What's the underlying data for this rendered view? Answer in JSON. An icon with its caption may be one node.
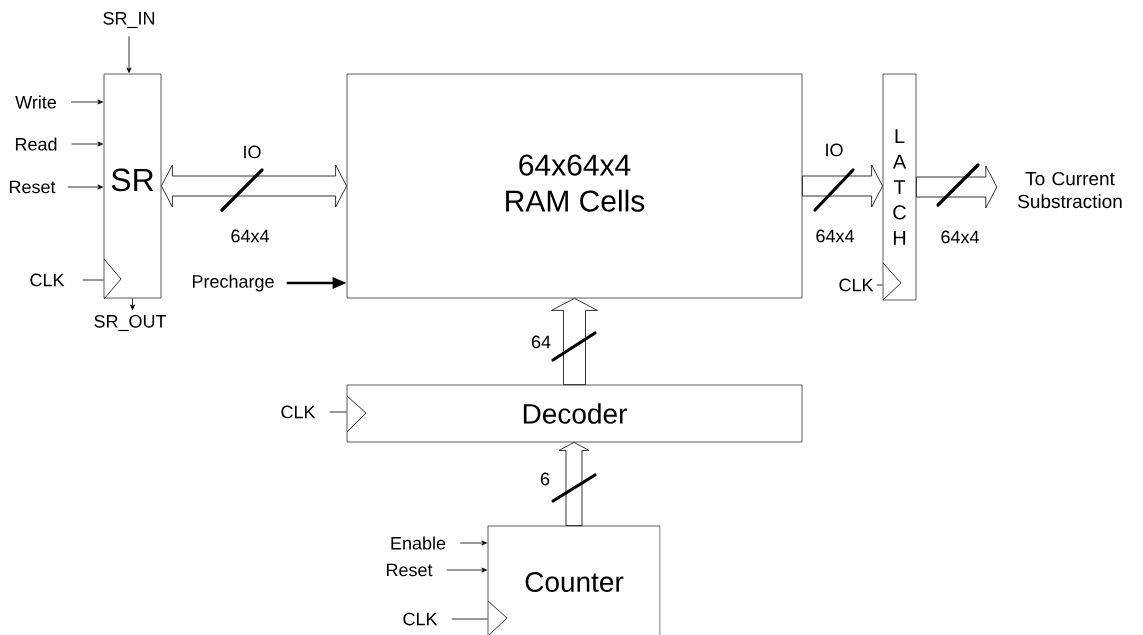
{
  "diagram": {
    "nodes": [
      {
        "text": [
          "SR_IN"
        ]
      },
      {
        "text": [
          "Write"
        ]
      },
      {
        "text": [
          "Read"
        ]
      },
      {
        "text": [
          "Reset"
        ]
      },
      {
        "text": [
          "SR"
        ]
      },
      {
        "text": [
          "CLK"
        ]
      },
      {
        "text": [
          "SR_OUT"
        ]
      },
      {
        "text": [
          "64x64x4 RAM Cells"
        ]
      },
      {
        "text": [
          "Precharge"
        ]
      },
      {
        "text": [
          "LATCH"
        ]
      },
      {
        "text": [
          "CLK"
        ]
      },
      {
        "text": [
          "To Current Substraction"
        ]
      },
      {
        "text": [
          "CLK"
        ]
      },
      {
        "text": [
          "Decoder"
        ]
      },
      {
        "text": [
          "Enable"
        ]
      },
      {
        "text": [
          "Reset"
        ]
      },
      {
        "text": [
          "CLK"
        ]
      },
      {
        "text": [
          "Counter"
        ]
      }
    ],
    "edges": [
      {
        "from": 0,
        "to": 4,
        "arrow": "to"
      },
      {
        "from": 1,
        "to": 4,
        "arrow": "to"
      },
      {
        "from": 2,
        "to": 4,
        "arrow": "to"
      },
      {
        "from": 3,
        "to": 4,
        "arrow": "to"
      },
      {
        "from": 5,
        "to": 4,
        "arrow": "none"
      },
      {
        "from": 4,
        "to": 6,
        "arrow": "to"
      },
      {
        "from": 4,
        "to": 7,
        "arrow": "both",
        "style": "thick",
        "label": "64x4"
      },
      {
        "from": 8,
        "to": 7,
        "arrow": "to",
        "style": "thick"
      },
      {
        "from": 7,
        "to": 9,
        "arrow": "to",
        "style": "thick",
        "label": "64x4"
      },
      {
        "from": 10,
        "to": 9,
        "arrow": "none"
      },
      {
        "from": 9,
        "to": 11,
        "arrow": "to",
        "style": "thick",
        "label": "64x4"
      },
      {
        "from": 13,
        "to": 7,
        "arrow": "to",
        "style": "thick",
        "label": "64"
      },
      {
        "from": 12,
        "to": 13,
        "arrow": "none"
      },
      {
        "from": 17,
        "to": 13,
        "arrow": "to",
        "style": "thick",
        "label": "6"
      },
      {
        "from": 14,
        "to": 17,
        "arrow": "to"
      },
      {
        "from": 15,
        "to": 17,
        "arrow": "to"
      },
      {
        "from": 16,
        "to": 17,
        "arrow": "none"
      }
    ],
    "labels": [
      "IO",
      "IO"
    ]
  }
}
